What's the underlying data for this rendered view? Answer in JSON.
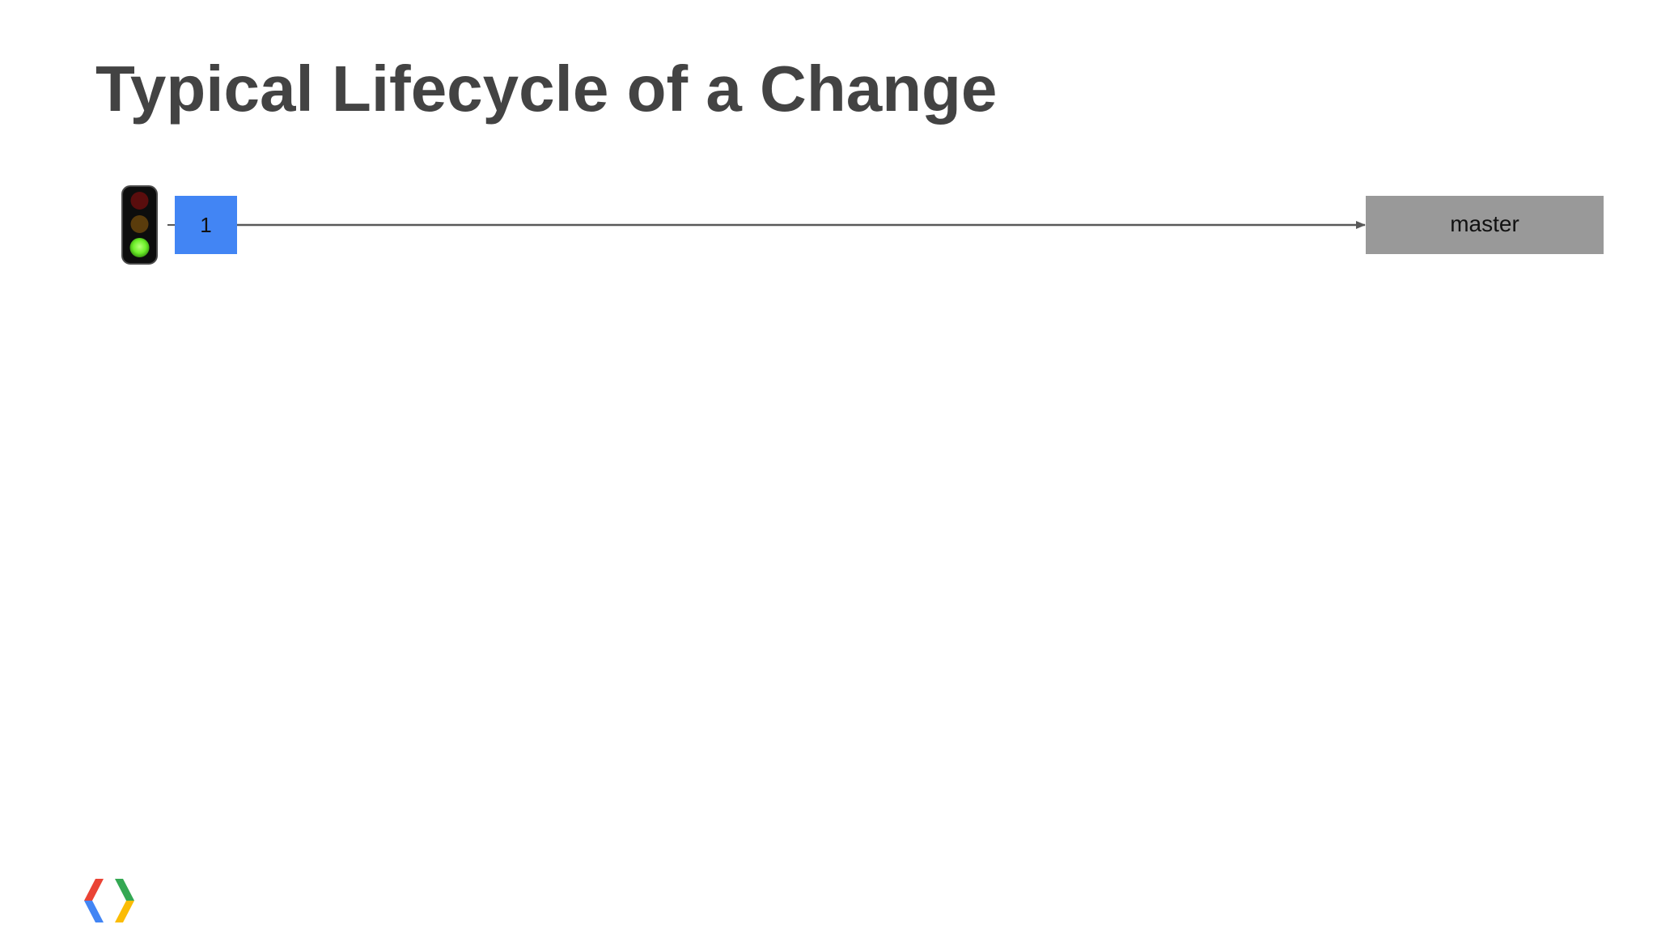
{
  "slide": {
    "title": "Typical Lifecycle of a Change"
  },
  "diagram": {
    "commit_label": "1",
    "branch_label": "master",
    "traffic_light_state": "green",
    "colors": {
      "title": "#434343",
      "commit_fill": "#4285f4",
      "branch_fill": "#999999",
      "arrow": "#595959",
      "light_green": "#6ef02a",
      "light_red_off": "#5a0d0d",
      "light_amber_off": "#5a3c0c"
    }
  },
  "logo": {
    "icon": "google-developers-logo-icon",
    "colors": [
      "#ea4335",
      "#4285f4",
      "#34a853",
      "#fbbc05"
    ]
  }
}
